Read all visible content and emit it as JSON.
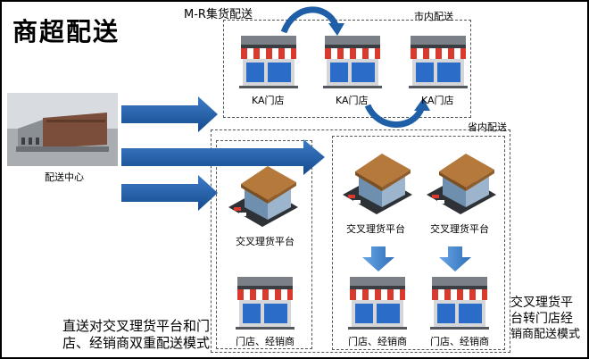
{
  "title": "商超配送",
  "mr_label": "M-R集货配送",
  "city_label": "市内配送",
  "province_label": "省内配送",
  "dc_label": "配送中心",
  "ka_label": "KA门店",
  "platform_label": "交叉理货平台",
  "store_label": "门店、经销商",
  "mode_direct_line1": "直送对交叉理货平台和门",
  "mode_direct_line2": "店、经销商双重配送模式",
  "mode_transfer_line1": "交叉理货平",
  "mode_transfer_line2": "台转门店经",
  "mode_transfer_line3": "销商配送模式",
  "colors": {
    "arrow_blue": "#1f5fa8",
    "light_blue": "#4a8ed8",
    "awning_red": "#d83a2e",
    "roof_brown": "#b5793b"
  }
}
